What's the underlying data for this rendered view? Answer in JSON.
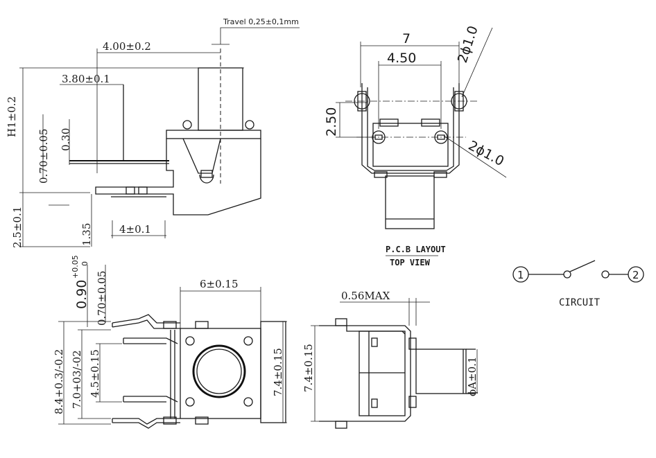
{
  "side_view": {
    "travel": "Travel  0,25±0,1mm",
    "dim_400": "4.00±0.2",
    "dim_380": "3.80±0.1",
    "dim_h1": "H1±0.2",
    "dim_070": "0.70±0.05",
    "dim_030": "0.30",
    "dim_25": "2.5±0.1",
    "dim_135": "1.35",
    "dim_4": "4±0.1"
  },
  "top_view": {
    "dim_7": "7",
    "dim_450": "4.50",
    "dim_250": "2.50",
    "hole_upper": "2ϕ1.0",
    "hole_lower": "2ϕ1.0",
    "caption_line1": "P.C.B LAYOUT",
    "caption_line2": "TOP  VIEW"
  },
  "circuit": {
    "node1": "1",
    "node2": "2",
    "label": "CIRCUIT"
  },
  "front_view": {
    "dim_090": "0.90",
    "dim_090_tol_upper": "+0.05",
    "dim_090_tol_lower": "0",
    "dim_070": "0.70±0.05",
    "dim_6": "6±0.15",
    "dim_84": "8.4+0.3/-0.2",
    "dim_70": "7.0+03/-02",
    "dim_45": "4.5±0.15",
    "dim_74": "7.4±0.15"
  },
  "end_view": {
    "dim_056": "0.56MAX",
    "dim_74": "7.4±0.15",
    "dim_phiA": "ϕA±0.1"
  }
}
